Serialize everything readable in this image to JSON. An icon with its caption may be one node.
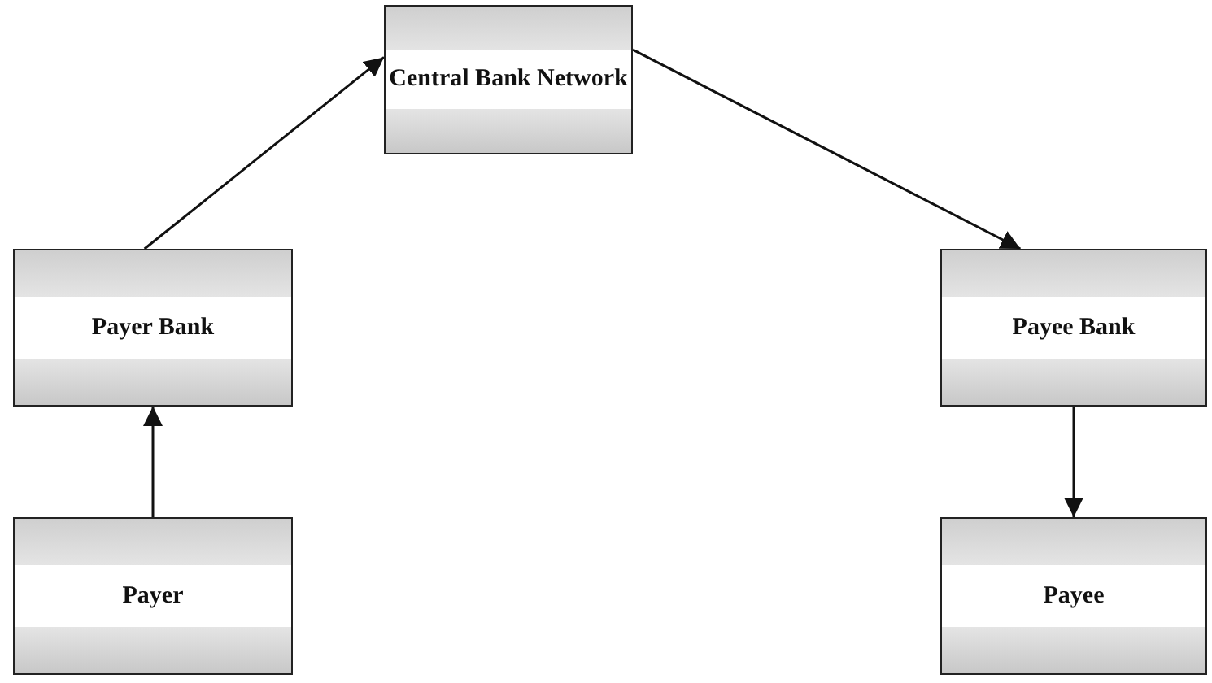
{
  "diagram": {
    "nodes": [
      {
        "text": [
          "Central Bank Network"
        ]
      },
      {
        "text": [
          "Payer Bank"
        ]
      },
      {
        "text": [
          "Payee Bank"
        ]
      },
      {
        "text": [
          "Payer"
        ]
      },
      {
        "text": [
          "Payee"
        ]
      }
    ],
    "edges": [
      {
        "from": 3,
        "to": 1,
        "arrow": "to"
      },
      {
        "from": 1,
        "to": 0,
        "arrow": "to"
      },
      {
        "from": 0,
        "to": 2,
        "arrow": "to"
      },
      {
        "from": 2,
        "to": 4,
        "arrow": "to"
      }
    ]
  }
}
